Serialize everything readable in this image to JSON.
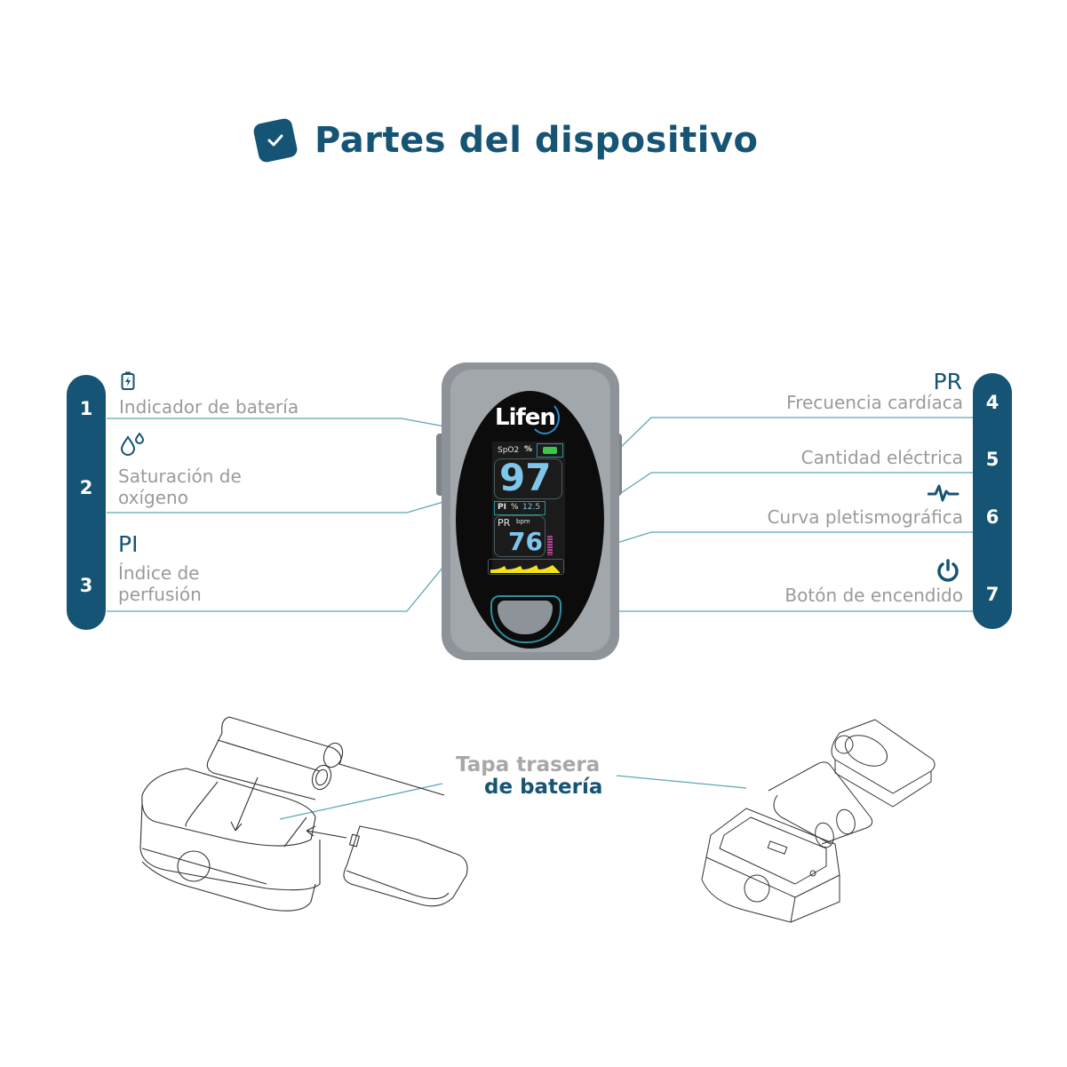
{
  "header": {
    "title": "Partes del dispositivo",
    "icon": "check-badge-icon"
  },
  "left_parts": [
    {
      "number": "1",
      "icon": "battery-charging-icon",
      "heading": "",
      "label": "Indicador de batería"
    },
    {
      "number": "2",
      "icon": "water-drops-icon",
      "heading": "",
      "label_line1": "Saturación de",
      "label_line2": "oxígeno"
    },
    {
      "number": "3",
      "icon": "",
      "heading": "PI",
      "label_line1": "Índice de",
      "label_line2": "perfusión"
    }
  ],
  "right_parts": [
    {
      "number": "4",
      "heading": "PR",
      "label": "Frecuencia cardíaca"
    },
    {
      "number": "5",
      "heading": "",
      "label": "Cantidad eléctrica"
    },
    {
      "number": "6",
      "icon": "pulse-wave-icon",
      "label": "Curva pletismográfica"
    },
    {
      "number": "7",
      "icon": "power-icon",
      "label": "Botón de encendido"
    }
  ],
  "device": {
    "brand": "Lifen",
    "screen": {
      "spo2_label": "SpO2",
      "spo2_unit": "%",
      "spo2_value": "97",
      "pi_label": "PI",
      "pi_unit": "%",
      "pi_value": "12.5",
      "pr_label": "PR",
      "pr_unit": "bpm",
      "pr_value": "76"
    }
  },
  "battery_cover": {
    "line1": "Tapa trasera",
    "line2": "de batería"
  },
  "colors": {
    "primary": "#155474",
    "label_gray": "#9a9a9a",
    "leader_line": "#2f8f9c",
    "screen_value": "#7fc6ec",
    "battery_green": "#3fc34a",
    "bar_magenta": "#b0468e",
    "pleth_yellow": "#f3e21a"
  }
}
